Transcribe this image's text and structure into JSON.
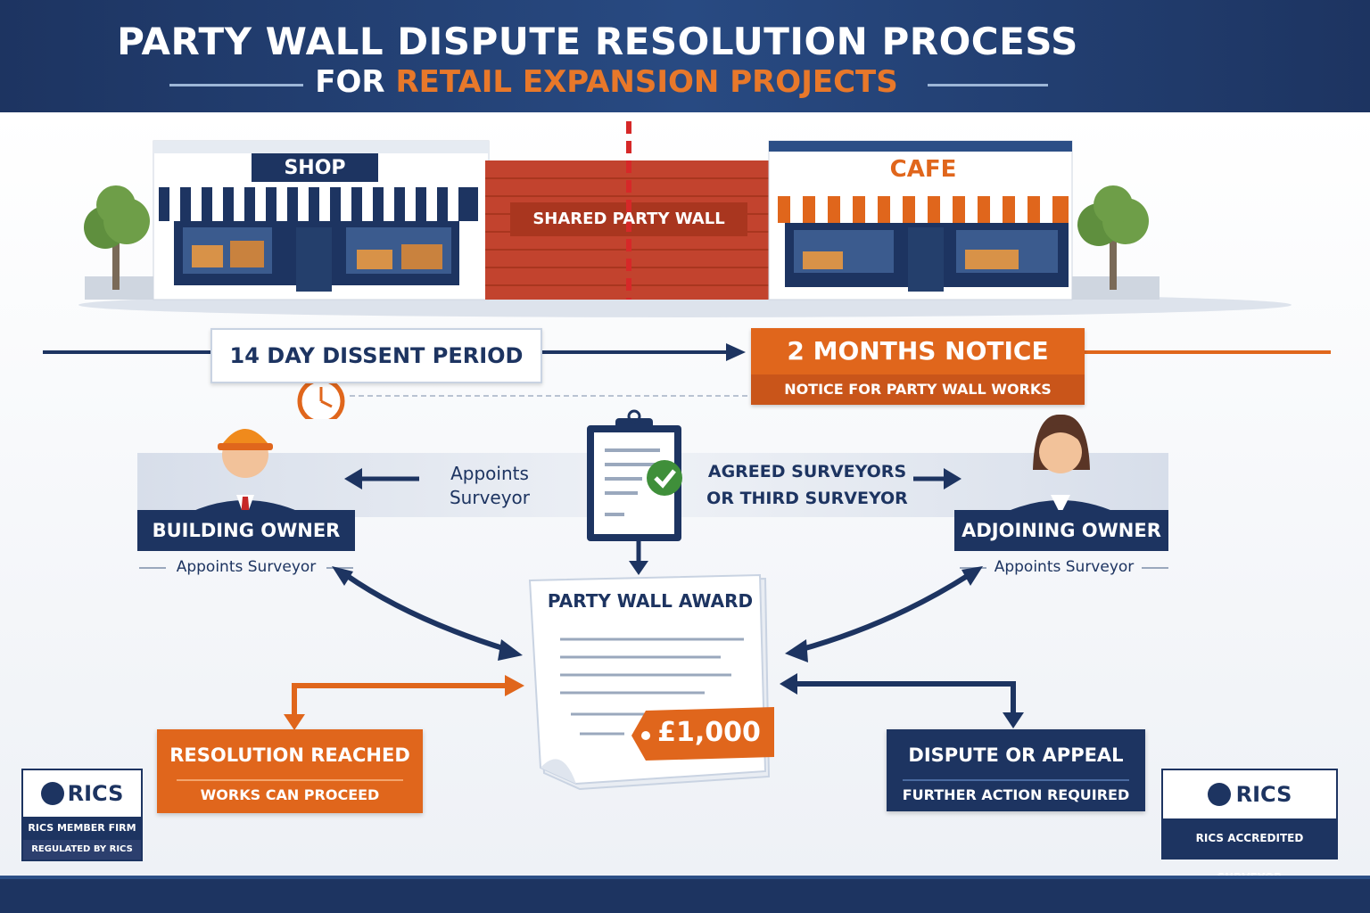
{
  "header": {
    "title": "PARTY WALL DISPUTE RESOLUTION PROCESS",
    "subtitle_prefix": "FOR",
    "subtitle_accent": "RETAIL EXPANSION PROJECTS"
  },
  "storefronts": {
    "shop_label": "SHOP",
    "cafe_label": "CAFE",
    "wall_label": "SHARED PARTY WALL"
  },
  "timeline": {
    "dissent": "14 DAY DISSENT PERIOD",
    "notice_title": "2 MONTHS NOTICE",
    "notice_sub": "NOTICE FOR PARTY WALL WORKS"
  },
  "roles": {
    "building_owner": "BUILDING OWNER",
    "building_owner_sub": "Appoints Surveyor",
    "adjoining_owner": "ADJOINING OWNER",
    "adjoining_owner_sub": "Appoints Surveyor",
    "left_arrow_label_1": "Appoints",
    "left_arrow_label_2": "Surveyor",
    "right_arrow_label_1": "AGREED SURVEYORS",
    "right_arrow_label_2": "OR THIRD SURVEYOR"
  },
  "award": {
    "title": "PARTY WALL AWARD",
    "price": "£1,000"
  },
  "outcomes": {
    "resolution_title": "RESOLUTION REACHED",
    "resolution_sub": "WORKS CAN PROCEED",
    "dispute_title": "DISPUTE OR APPEAL",
    "dispute_sub": "FURTHER ACTION REQUIRED"
  },
  "badges": {
    "left_logo": "RICS",
    "left_line1": "RICS MEMBER FIRM",
    "left_line2": "REGULATED BY RICS",
    "right_logo": "RICS",
    "right_line1": "RICS ACCREDITED SURVEYOR"
  },
  "colors": {
    "navy": "#1d3461",
    "orange": "#e0661c",
    "brick": "#c2432e",
    "red_line": "#d62828",
    "green_check": "#3f8f3a"
  }
}
